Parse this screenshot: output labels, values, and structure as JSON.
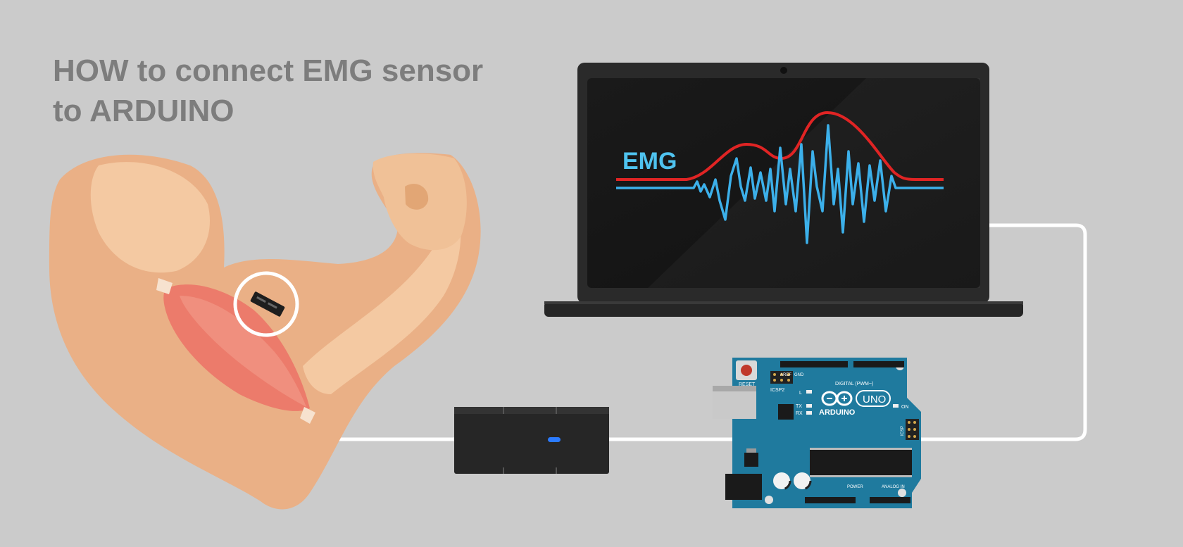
{
  "title": {
    "line1": "HOW to connect EMG sensor",
    "line2": "to ARDUINO"
  },
  "screen": {
    "label": "EMG",
    "label_color": "#4fc3ef",
    "raw_signal_color": "#3cb0ea",
    "envelope_color": "#e02424"
  },
  "arduino": {
    "brand": "ARDUINO",
    "model": "UNO",
    "reset": "RESET",
    "icsp2": "ICSP2",
    "icsp": "ICSP",
    "digital": "DIGITAL (PWM~)",
    "aref": "AREF",
    "gnd": "GND",
    "led_l": "L",
    "tx": "TX",
    "rx": "RX",
    "on": "ON",
    "power": "POWER",
    "analog_in": "ANALOG IN",
    "board_color": "#1f7a9e"
  },
  "colors": {
    "background": "#cbcbcb",
    "title": "#7d7d7d",
    "cable": "#ffffff",
    "sensor_module": "#262626",
    "sensor_led": "#2b7bff",
    "skin": "#f0c197",
    "muscle": "#ec7b6b"
  }
}
